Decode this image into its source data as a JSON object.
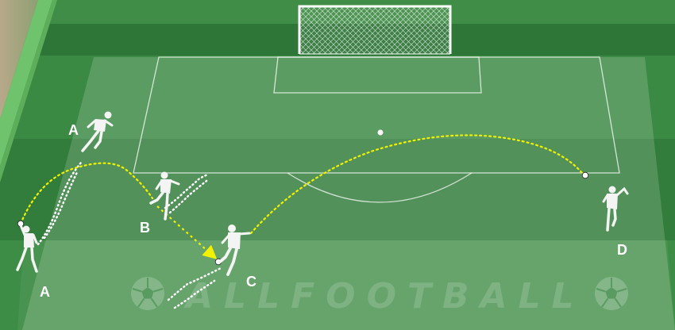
{
  "labels": {
    "a_top": "A",
    "a_bottom": "A",
    "b": "B",
    "c": "C",
    "d": "D"
  },
  "watermark": "ALLFOOTBALL",
  "colors": {
    "pitch_dark": "#2f7a3a",
    "pitch_light": "#4a9a4f",
    "pass_line": "#f2f200",
    "player_kit": "#f4f4f4",
    "ball": "#ffffff"
  },
  "icons": [
    "football-icon",
    "football-icon"
  ]
}
